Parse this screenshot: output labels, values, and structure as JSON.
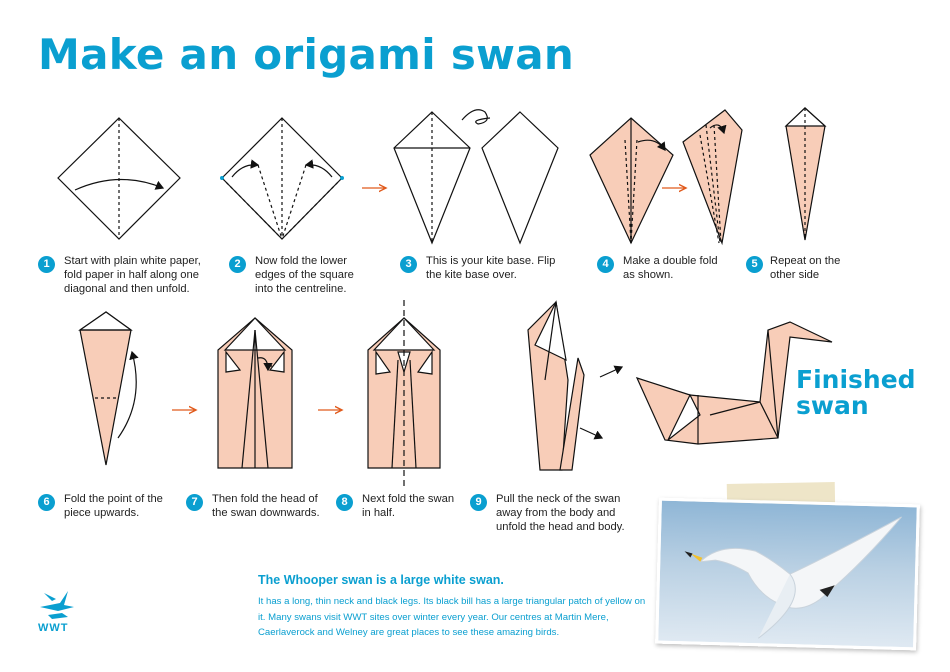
{
  "title": "Make an origami swan",
  "steps": [
    {
      "n": "1",
      "text": "Start with plain white paper, fold paper in half along one diagonal and then unfold."
    },
    {
      "n": "2",
      "text": "Now fold the lower edges of the square into the centreline."
    },
    {
      "n": "3",
      "text": "This is your kite base. Flip the kite base over."
    },
    {
      "n": "4",
      "text": "Make a double fold as shown."
    },
    {
      "n": "5",
      "text": "Repeat on the other side"
    },
    {
      "n": "6",
      "text": "Fold the point of the piece upwards."
    },
    {
      "n": "7",
      "text": "Then fold the head of the swan downwards."
    },
    {
      "n": "8",
      "text": "Next fold the swan in half."
    },
    {
      "n": "9",
      "text": "Pull the neck of the swan away from the body and unfold the head and body."
    }
  ],
  "finished": "Finished swan",
  "fact": {
    "heading": "The Whooper swan is a large white swan.",
    "body": "It has a long, thin neck and black legs. Its black bill has a large triangular patch of yellow on it. Many swans visit WWT sites over winter every year. Our centres at Martin Mere, Caerlaverock and Welney are great places to see these amazing birds."
  },
  "logo": "WWT",
  "colors": {
    "accent": "#0a9fd0",
    "paper": "#f8cdb8",
    "arrow": "#e05a1c"
  }
}
